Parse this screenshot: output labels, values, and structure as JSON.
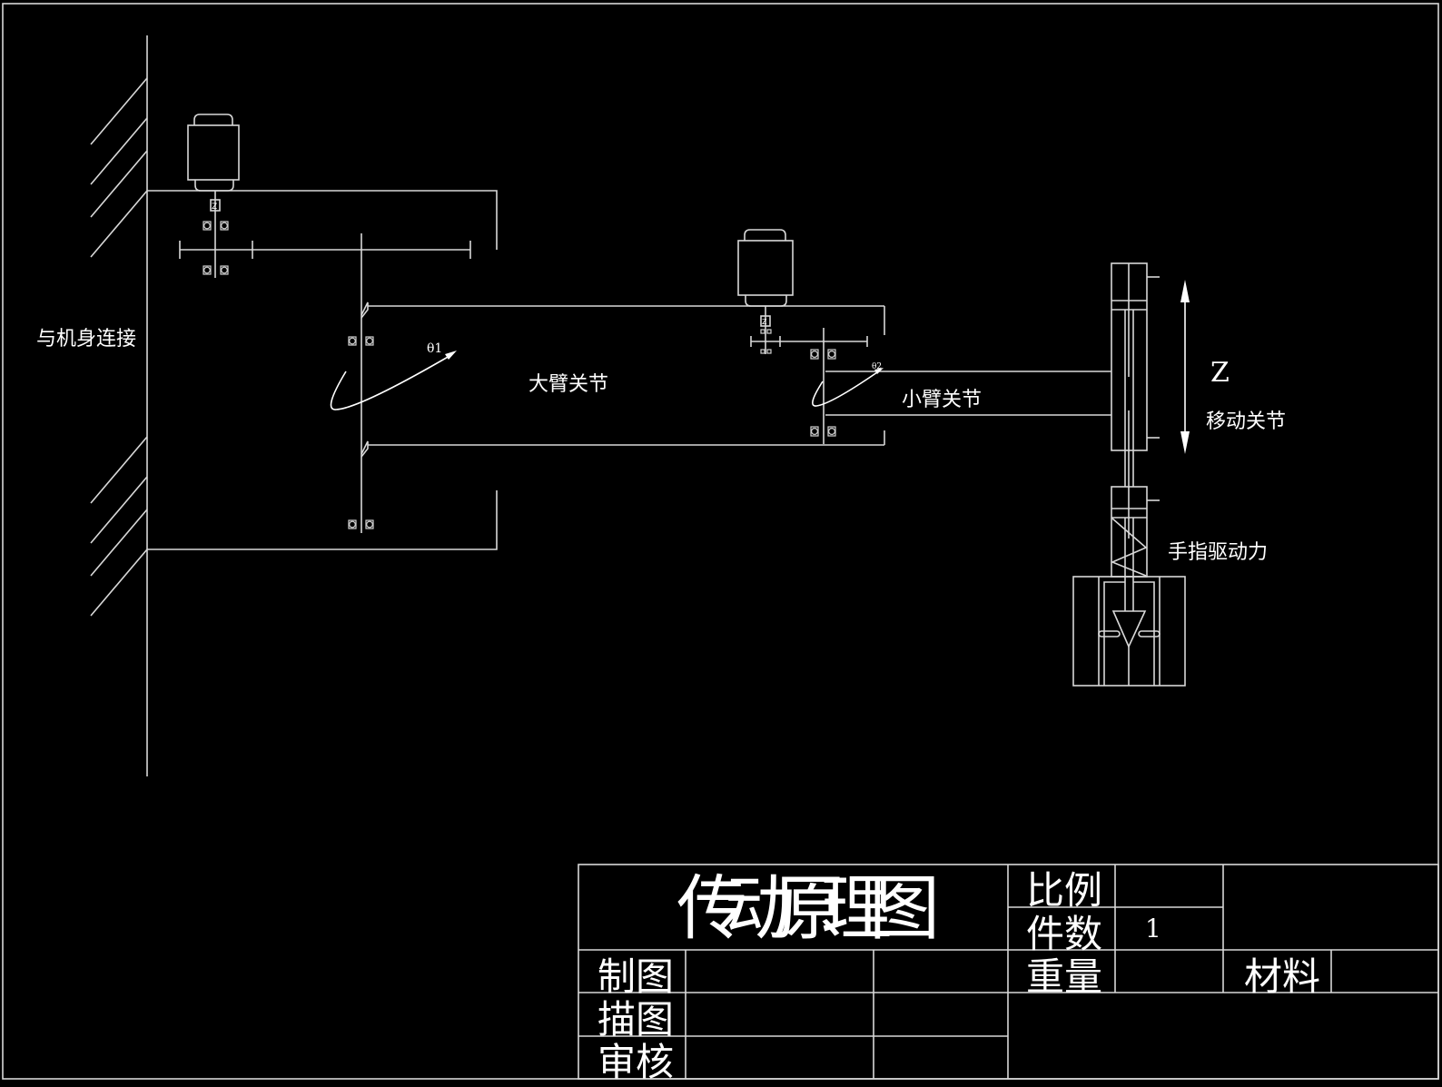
{
  "drawing": {
    "labels": {
      "body_connection": "与机身连接",
      "upper_arm_joint": "大臂关节",
      "forearm_joint": "小臂关节",
      "z_axis": "Z",
      "moving_joint": "移动关节",
      "finger_drive": "手指驱动力",
      "theta1": "θ1",
      "theta2": "θ2",
      "coupling_mark": "Z"
    },
    "colors": {
      "background": "#000000",
      "lines": "#d8d8d8",
      "text": "#ffffff"
    }
  },
  "title_block": {
    "title": "传动原理图",
    "fields": {
      "scale_label": "比例",
      "scale_value": "",
      "quantity_label": "件数",
      "quantity_value": "1",
      "weight_label": "重量",
      "weight_value": "",
      "material_label": "材料",
      "material_value": "",
      "drawn_label": "制图",
      "traced_label": "描图",
      "checked_label": "审核"
    }
  }
}
